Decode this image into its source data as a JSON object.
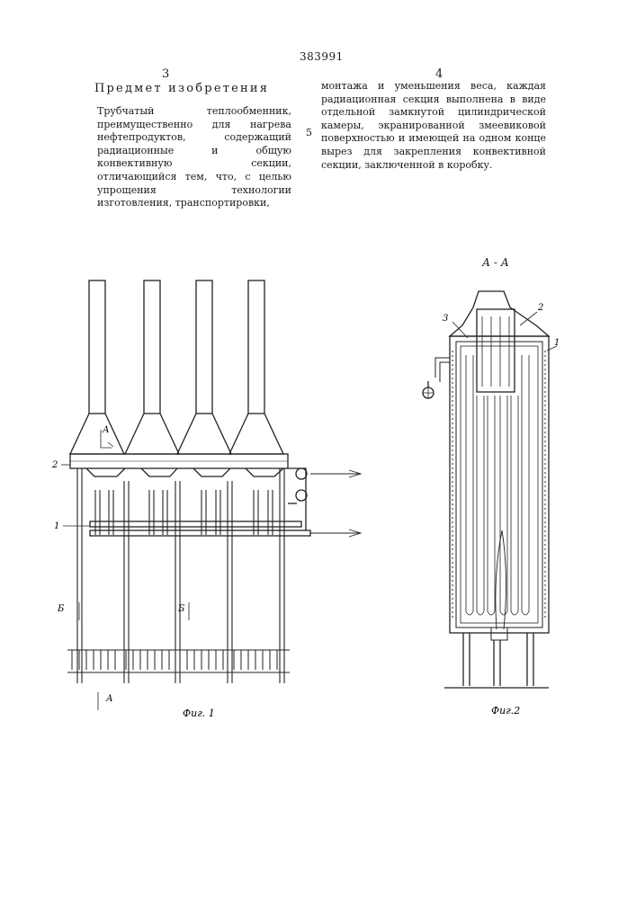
{
  "header": {
    "patent_number": "383991",
    "left_column_number": "3",
    "right_column_number": "4",
    "line_marker": "5"
  },
  "claims": {
    "heading": "Предмет изобретения",
    "left_column": "Трубчатый теплообменник, преимущественно для нагрева нефтепродуктов, содержащий радиационные и общую конвективную секции, отличающийся тем, что, с целью упрощения технологии изготовления, транспортировки,",
    "right_column": "монтажа и уменьшения веса, каждая радиационная секция выполнена в виде отдельной замкнутой цилиндрической камеры, экранированной змеевиковой поверхностью и имеющей на одном конце вырез для закрепления конвективной секции, заключенной в коробку."
  },
  "figures": {
    "fig1": {
      "caption": "Фиг. 1",
      "labels": {
        "section_a_top": "А",
        "section_a_bottom": "А",
        "section_b_left": "Б",
        "section_b_mid": "Б",
        "part_1": "1",
        "part_2": "2"
      }
    },
    "fig2": {
      "caption": "Фиг.2",
      "section_title": "А - А",
      "labels": {
        "part_1": "1",
        "part_2": "2",
        "part_3": "3"
      }
    }
  }
}
